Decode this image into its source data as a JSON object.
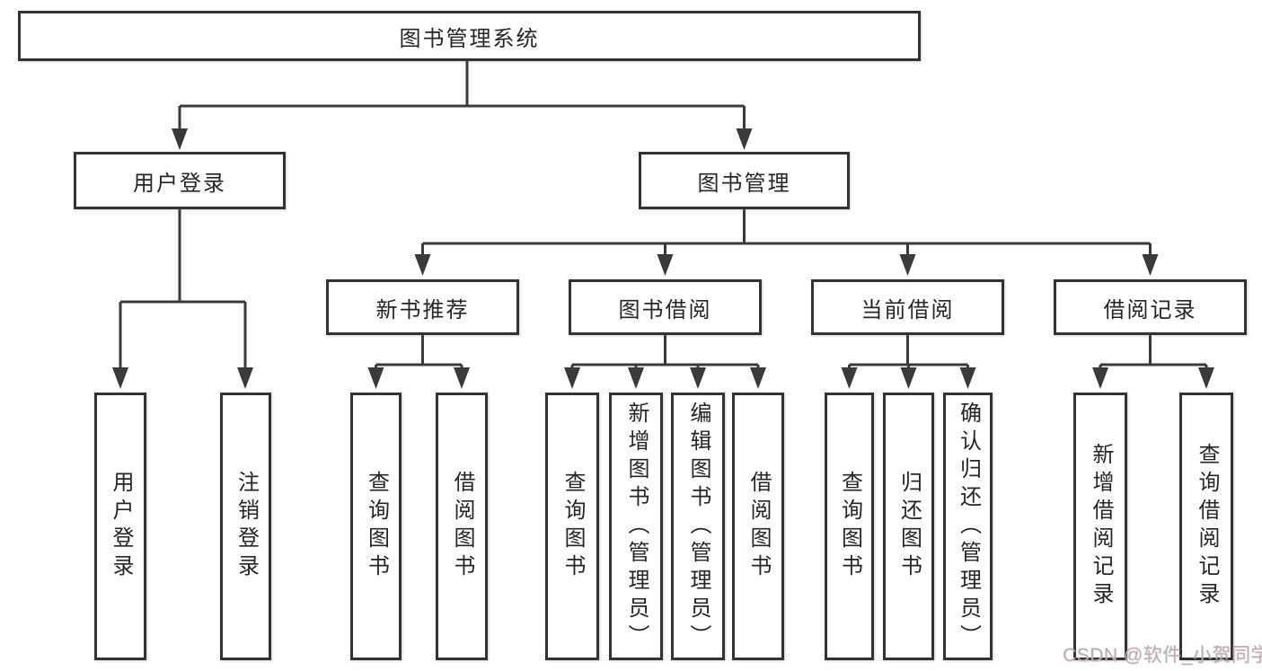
{
  "tree": {
    "label": "图书管理系统",
    "children": [
      {
        "label": "用户登录",
        "children": [
          {
            "label": "用户登录"
          },
          {
            "label": "注销登录"
          }
        ]
      },
      {
        "label": "图书管理",
        "children": [
          {
            "label": "新书推荐",
            "children": [
              {
                "label": "查询图书"
              },
              {
                "label": "借阅图书"
              }
            ]
          },
          {
            "label": "图书借阅",
            "children": [
              {
                "label": "查询图书"
              },
              {
                "label": "新增图书（管理员）"
              },
              {
                "label": "编辑图书（管理员）"
              },
              {
                "label": "借阅图书"
              }
            ]
          },
          {
            "label": "当前借阅",
            "children": [
              {
                "label": "查询图书"
              },
              {
                "label": "归还图书"
              },
              {
                "label": "确认归还（管理员）"
              }
            ]
          },
          {
            "label": "借阅记录",
            "children": [
              {
                "label": "新增借阅记录"
              },
              {
                "label": "查询借阅记录"
              }
            ]
          }
        ]
      }
    ]
  },
  "watermark": "CSDN @软件_小贺同学",
  "colors": {
    "line": "#3a3a3a",
    "box_border": "#333333",
    "text": "#262626",
    "watermark": "#b3b0b0"
  }
}
